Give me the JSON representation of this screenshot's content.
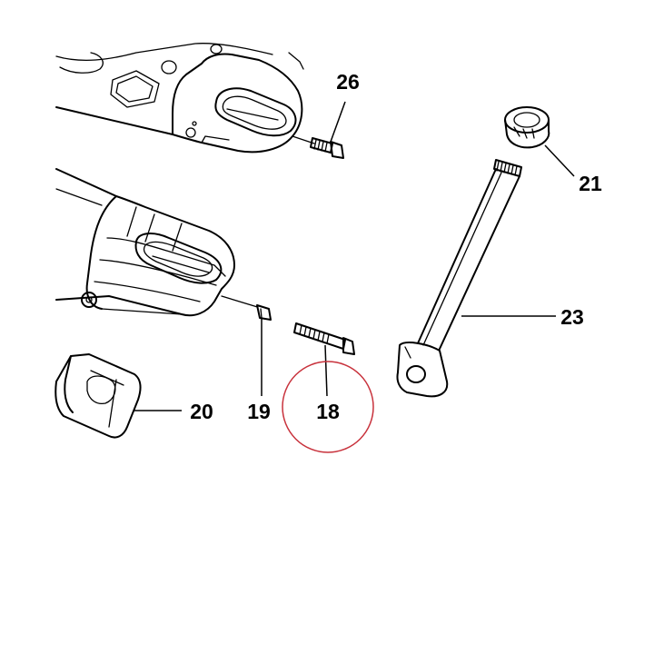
{
  "labels": {
    "part_26": "26",
    "part_21": "21",
    "part_23": "23",
    "part_20": "20",
    "part_19": "19",
    "part_18": "18"
  },
  "colors": {
    "line": "#000000",
    "highlight_circle": "#c8323c",
    "background": "#ffffff"
  },
  "highlighted_part": "18"
}
